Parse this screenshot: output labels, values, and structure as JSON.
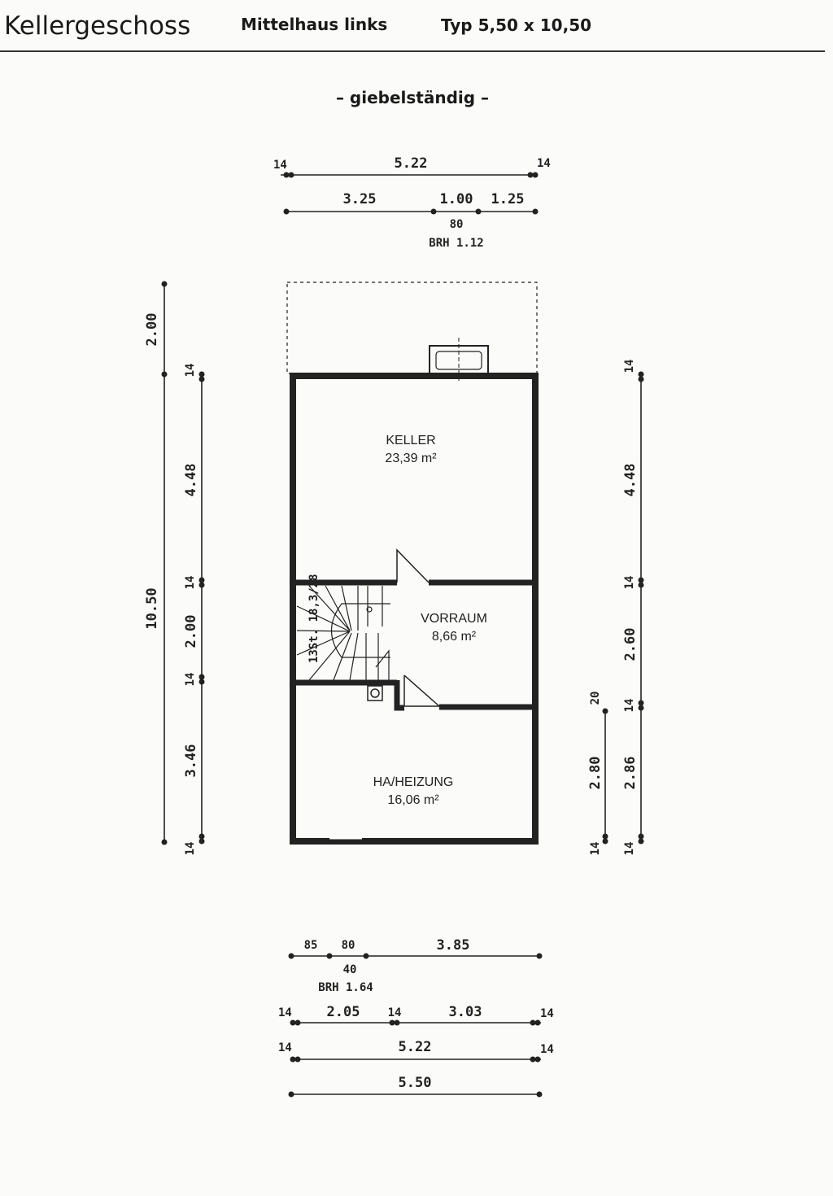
{
  "header": {
    "title": "Kellergeschoss",
    "house": "Mittelhaus links",
    "type": "Typ 5,50 x 10,50",
    "orientation": "– giebelständig –"
  },
  "rooms": [
    {
      "name": "KELLER",
      "area": "23,39 m²"
    },
    {
      "name": "VORRAUM",
      "area": "8,66 m²"
    },
    {
      "name": "HA/HEIZUNG",
      "area": "16,06 m²"
    }
  ],
  "stair_label": "13St. 18,3/28",
  "dims_top": {
    "row1": [
      "14",
      "5.22",
      "14"
    ],
    "row2": [
      "3.25",
      "1.00",
      "1.25"
    ],
    "window": [
      "80",
      "BRH 1.12"
    ]
  },
  "dims_left": {
    "outer": [
      "2.00",
      "10.50"
    ],
    "inner": [
      "14",
      "4.48",
      "14",
      "2.00",
      "14",
      "3.46",
      "14"
    ]
  },
  "dims_right": {
    "outer": [
      "14",
      "4.48",
      "14",
      "2.60",
      "14",
      "2.86",
      "14"
    ],
    "inner": [
      "20",
      "2.80",
      "14"
    ]
  },
  "dims_bottom": {
    "row1": [
      "85",
      "80",
      "3.85"
    ],
    "window": [
      "40",
      "BRH 1.64"
    ],
    "row2": [
      "14",
      "2.05",
      "14",
      "3.03",
      "14"
    ],
    "row3": [
      "14",
      "5.22",
      "14"
    ],
    "row4": [
      "5.50"
    ]
  },
  "colors": {
    "wall": "#222222",
    "paper": "#fbfbf9"
  }
}
